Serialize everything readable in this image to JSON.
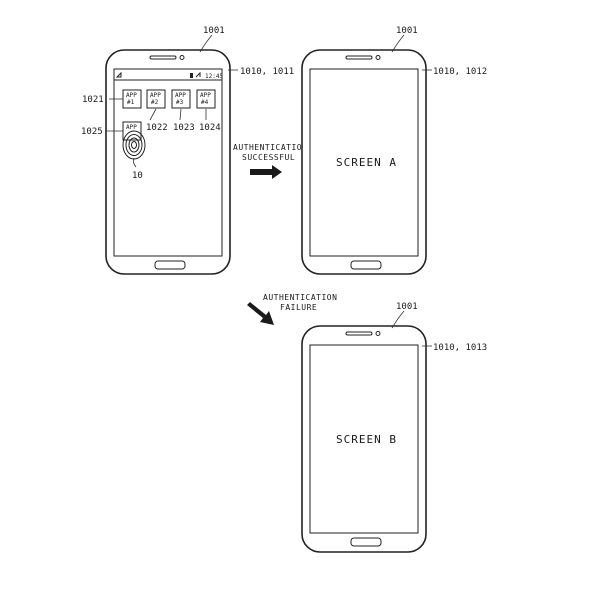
{
  "refs": {
    "device": "1001",
    "display_main": "1010, 1011",
    "display_success": "1010, 1012",
    "display_failure": "1010, 1013",
    "icon_app1": "1021",
    "icon_app2": "1022",
    "icon_app3": "1023",
    "icon_app4": "1024",
    "icon_selected": "1025",
    "finger": "10"
  },
  "status_bar": {
    "time": "12:45"
  },
  "apps": [
    {
      "line1": "APP",
      "line2": "#1"
    },
    {
      "line1": "APP",
      "line2": "#2"
    },
    {
      "line1": "APP",
      "line2": "#3"
    },
    {
      "line1": "APP",
      "line2": "#4"
    }
  ],
  "selected_app_label": "APP",
  "arrows": {
    "success": {
      "line1": "AUTHENTICATION",
      "line2": "SUCCESSFUL"
    },
    "failure": {
      "line1": "AUTHENTICATION",
      "line2": "FAILURE"
    }
  },
  "screens": {
    "success": "SCREEN A",
    "failure": "SCREEN B"
  },
  "colors": {
    "ink": "#222222",
    "paper": "#ffffff"
  }
}
